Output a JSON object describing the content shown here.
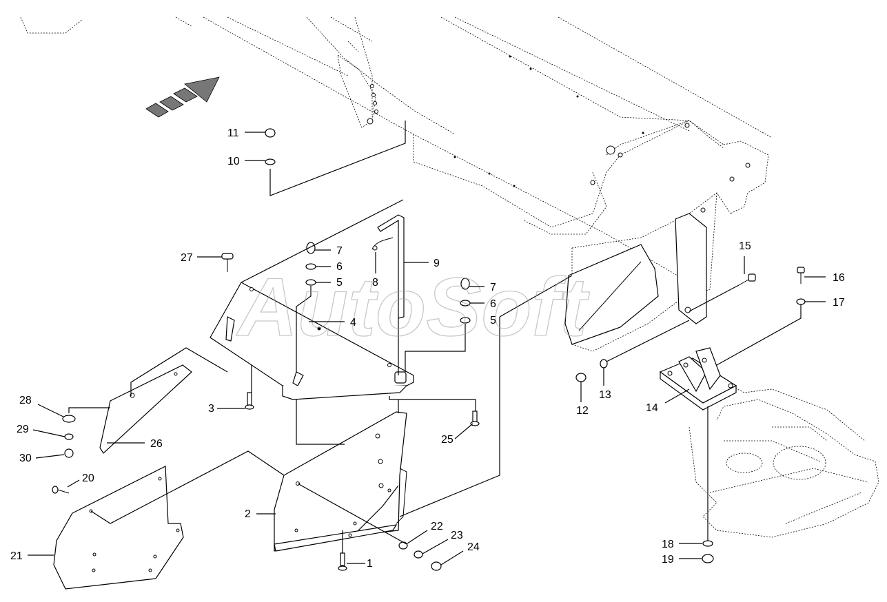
{
  "watermark": "AutoSoft",
  "callouts": [
    "1",
    "2",
    "3",
    "4",
    "5",
    "5",
    "6",
    "6",
    "7",
    "7",
    "8",
    "9",
    "10",
    "11",
    "12",
    "13",
    "14",
    "15",
    "16",
    "17",
    "18",
    "19",
    "20",
    "21",
    "22",
    "23",
    "24",
    "25",
    "26",
    "27",
    "28",
    "29",
    "30"
  ]
}
